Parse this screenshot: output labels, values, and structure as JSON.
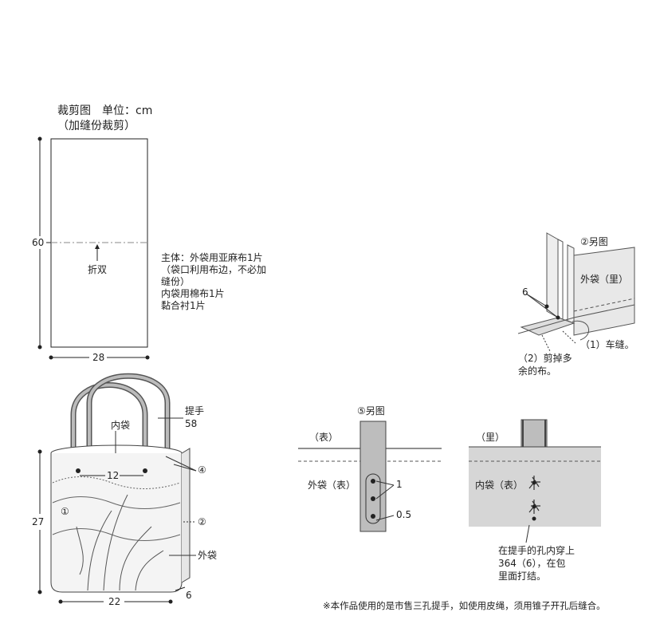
{
  "cutting": {
    "title": "裁剪图　单位：cm",
    "subtitle": "（加缝份裁剪）",
    "height_dim": "60",
    "width_dim": "28",
    "fold_label": "折双",
    "notes": [
      "主体：外袋用亚麻布1片",
      "（袋口利用布边，不必加",
      "缝份）",
      "内袋用棉布1片",
      "黏合衬1片"
    ]
  },
  "detail2": {
    "title": "②另图",
    "num6": "6",
    "outer_lining": "外袋（里）",
    "step1": "（1）车缝。",
    "step2_a": "（2）剪掉多",
    "step2_b": "余的布。"
  },
  "bag": {
    "handle": "提手",
    "handle_len": "58",
    "inner": "内袋",
    "span": "12",
    "mark4": "④",
    "mark1": "①",
    "mark2": "②",
    "height": "27",
    "width": "22",
    "depth": "6",
    "outer": "外袋"
  },
  "detail5": {
    "title": "⑤另图",
    "front": "（表）",
    "outer_front": "外袋（表）",
    "dim1": "1",
    "dim05": "0.5",
    "back": "（里）",
    "inner_front": "内袋（表）",
    "note": [
      "在提手的孔内穿上",
      "364（6），在包",
      "里面打结。"
    ]
  },
  "footnote": "※本作品使用的是市售三孔提手，如使用皮绳，须用锥子开孔后缝合。"
}
